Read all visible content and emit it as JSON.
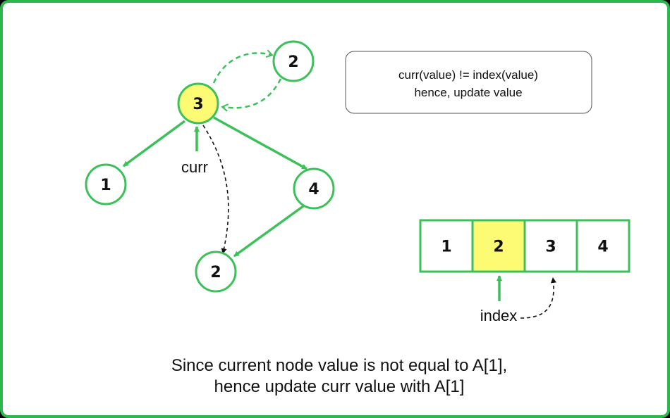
{
  "tree": {
    "root": "3",
    "left_child": "1",
    "right_child": "4",
    "right_left_child": "2",
    "swap_node": "2"
  },
  "labels": {
    "curr": "curr",
    "index": "index"
  },
  "note": {
    "line1": "curr(value) != index(value)",
    "line2": "hence, update value"
  },
  "array": {
    "cells": [
      "1",
      "2",
      "3",
      "4"
    ],
    "highlight_index": 1
  },
  "caption": {
    "line1": "Since current node value is not equal to A[1],",
    "line2": "hence update curr value with A[1]"
  },
  "colors": {
    "border": "#2db84d",
    "edge": "#3cc05a",
    "highlight": "#fdfb74",
    "background": "#ffffff",
    "text": "#111111"
  }
}
